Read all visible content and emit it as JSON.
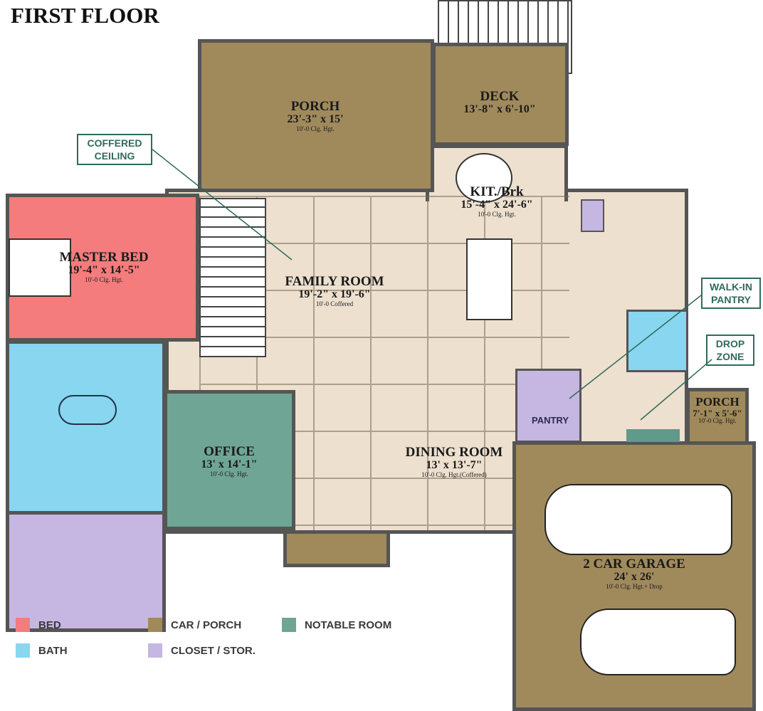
{
  "title": "FIRST FLOOR",
  "rooms": {
    "porch_top": {
      "name": "PORCH",
      "dims": "23'-3\" x 15'",
      "height": "10'-0 Clg. Hgt."
    },
    "deck": {
      "name": "DECK",
      "dims": "13'-8\" x 6'-10\""
    },
    "kitchen": {
      "name": "KIT./Brk",
      "dims": "15'-4\" x 24'-6\"",
      "height": "10'-0 Clg. Hgt."
    },
    "master_bed": {
      "name": "MASTER BED",
      "dims": "19'-4\" x 14'-5\"",
      "height": "10'-0 Clg. Hgt."
    },
    "family_room": {
      "name": "FAMILY ROOM",
      "dims": "19'-2\" x 19'-6\"",
      "height": "10'-0 Coffered"
    },
    "office": {
      "name": "OFFICE",
      "dims": "13' x 14'-1\"",
      "height": "10'-0 Clg. Hgt."
    },
    "dining_room": {
      "name": "DINING ROOM",
      "dims": "13' x 13'-7\"",
      "height": "10'-0 Clg. Hgt.(Coffered)"
    },
    "pantry": {
      "name": "PANTRY"
    },
    "porch_side": {
      "name": "PORCH",
      "dims": "7'-1\" x 5'-6\"",
      "height": "10'-0 Clg. Hgt."
    },
    "garage": {
      "name": "2 CAR GARAGE",
      "dims": "24' x 26'",
      "height": "10'-0 Clg. Hgt.+ Drop"
    }
  },
  "callouts": {
    "coffered": "COFFERED CEILING",
    "walkin": "WALK-IN PANTRY",
    "drop": "DROP ZONE"
  },
  "legend": [
    {
      "label": "BED",
      "color": "#f47c7c"
    },
    {
      "label": "BATH",
      "color": "#88d6f0"
    },
    {
      "label": "CAR / PORCH",
      "color": "#a08a5c"
    },
    {
      "label": "CLOSET / STOR.",
      "color": "#c6b6e2"
    },
    {
      "label": "NOTABLE ROOM",
      "color": "#6fa595"
    }
  ]
}
